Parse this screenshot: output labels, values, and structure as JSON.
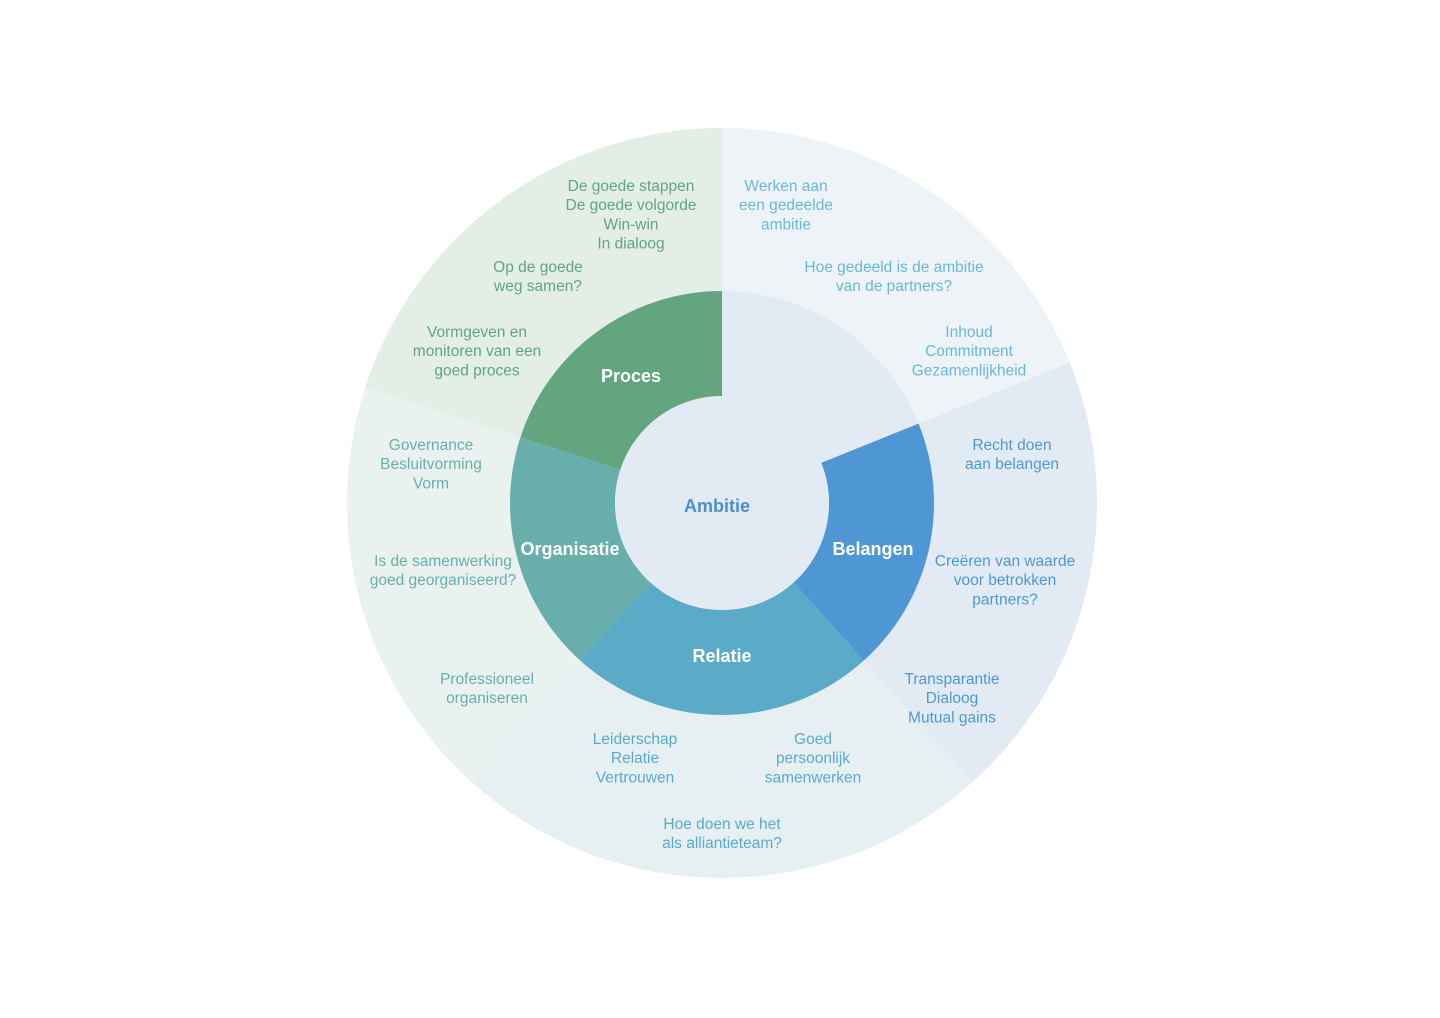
{
  "colors": {
    "outer_ambitie": "#eef3f8",
    "outer_belangen": "#e2ebf3",
    "outer_relatie": "#e6f0f3",
    "outer_organisatie": "#e9f2ee",
    "outer_proces": "#e3eee7",
    "inner_center": "#e2ebf4",
    "ring_proces": "#62a57f",
    "ring_organisatie": "#68afac",
    "ring_relatie": "#5aaac8",
    "ring_belangen": "#4f97d4",
    "text_green": "#62a57f",
    "text_teal": "#68afac",
    "text_lightblue": "#5aaac8",
    "text_blue": "#4f97d4",
    "text_skyblue": "#68b8dc",
    "center_text": "#4a8fce"
  },
  "center": {
    "label": "Ambitie"
  },
  "segments": {
    "proces": {
      "label": "Proces"
    },
    "organisatie": {
      "label": "Organisatie"
    },
    "relatie": {
      "label": "Relatie"
    },
    "belangen": {
      "label": "Belangen"
    }
  },
  "outer": {
    "proces": [
      {
        "lines": [
          "De goede stappen",
          "De goede volgorde",
          "Win-win",
          "In dialoog"
        ]
      },
      {
        "lines": [
          "Op de goede",
          "weg samen?"
        ]
      },
      {
        "lines": [
          "Vormgeven en",
          "monitoren van een",
          "goed proces"
        ]
      }
    ],
    "ambitie": [
      {
        "lines": [
          "Werken aan",
          "een gedeelde",
          "ambitie"
        ]
      },
      {
        "lines": [
          "Hoe gedeeld is de ambitie",
          "van de partners?"
        ]
      },
      {
        "lines": [
          "Inhoud",
          "Commitment",
          "Gezamenlijkheid"
        ]
      }
    ],
    "belangen": [
      {
        "lines": [
          "Recht doen",
          "aan belangen"
        ]
      },
      {
        "lines": [
          "Creëren van waarde",
          "voor betrokken",
          "partners?"
        ]
      },
      {
        "lines": [
          "Transparantie",
          "Dialoog",
          "Mutual gains"
        ]
      }
    ],
    "relatie": [
      {
        "lines": [
          "Leiderschap",
          "Relatie",
          "Vertrouwen"
        ]
      },
      {
        "lines": [
          "Goed",
          "persoonlijk",
          "samenwerken"
        ]
      },
      {
        "lines": [
          "Hoe doen we het",
          "als alliantieteam?"
        ]
      }
    ],
    "organisatie": [
      {
        "lines": [
          "Governance",
          "Besluitvorming",
          "Vorm"
        ]
      },
      {
        "lines": [
          "Is de samenwerking",
          "goed georganiseerd?"
        ]
      },
      {
        "lines": [
          "Professioneel",
          "organiseren"
        ]
      }
    ]
  }
}
